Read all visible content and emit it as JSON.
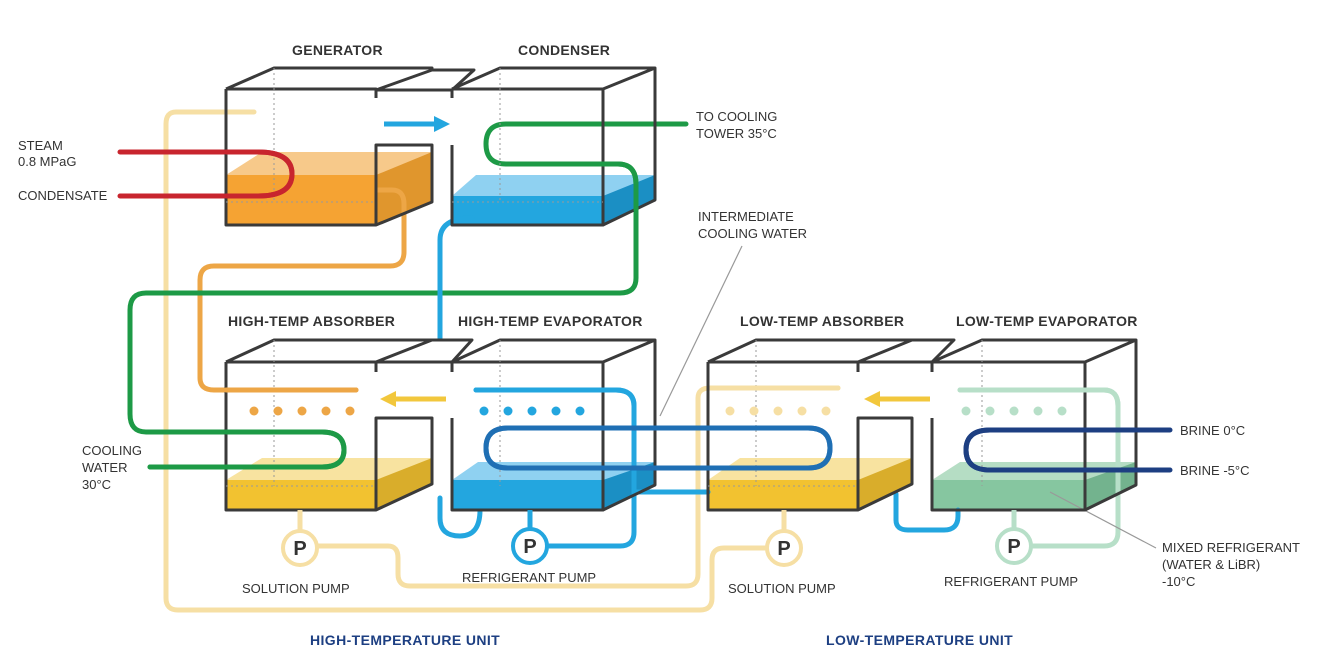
{
  "components": {
    "generator": "GENERATOR",
    "condenser": "CONDENSER",
    "ht_absorber": "HIGH-TEMP ABSORBER",
    "ht_evaporator": "HIGH-TEMP EVAPORATOR",
    "lt_absorber": "LOW-TEMP ABSORBER",
    "lt_evaporator": "LOW-TEMP EVAPORATOR"
  },
  "labels": {
    "steam_1": "STEAM",
    "steam_2": "0.8 MPaG",
    "condensate": "CONDENSATE",
    "to_cooling_1": "TO COOLING",
    "to_cooling_2": "TOWER 35°C",
    "intermediate_1": "INTERMEDIATE",
    "intermediate_2": "COOLING WATER",
    "cooling_water_1": "COOLING",
    "cooling_water_2": "WATER",
    "cooling_water_3": "30°C",
    "brine_in": "BRINE 0°C",
    "brine_out": "BRINE -5°C",
    "mixed_1": "MIXED REFRIGERANT",
    "mixed_2": "(WATER & LiBR)",
    "mixed_3": "-10°C"
  },
  "pumps": {
    "solution_pump_ht": "SOLUTION PUMP",
    "refrigerant_pump_ht": "REFRIGERANT PUMP",
    "solution_pump_lt": "SOLUTION PUMP",
    "refrigerant_pump_lt": "REFRIGERANT PUMP",
    "symbol": "P"
  },
  "units": {
    "high": "HIGH-TEMPERATURE UNIT",
    "low": "LOW-TEMPERATURE UNIT"
  },
  "colors": {
    "steam": "#c8252e",
    "solution_orange": "#eda646",
    "refrigerant_blue": "#23a6df",
    "cooling_green": "#1d9a46",
    "solution_yellow": "#f2c73c",
    "pale_yellow": "#f6dfa4",
    "brine_navy": "#1d3f82",
    "intermediate_blue": "#1f6fb4",
    "pale_green": "#b7dfc8",
    "unit_title": "#1d3f82"
  }
}
